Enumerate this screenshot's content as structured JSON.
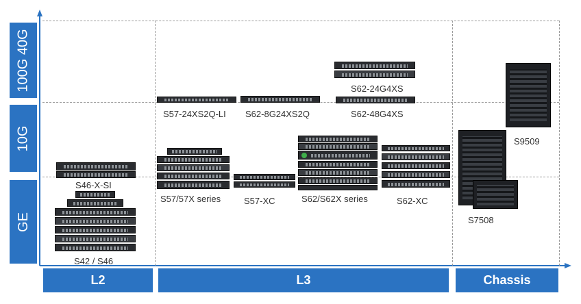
{
  "y_categories": [
    "GE",
    "10G",
    "100G 40G"
  ],
  "x_categories": [
    "L2",
    "L3",
    "Chassis"
  ],
  "products": {
    "s42_s46": "S42 / S46",
    "s46_x_si": "S46-X-SI",
    "s57_57x": "S57/57X series",
    "s57_xc": "S57-XC",
    "s62_s62x": "S62/S62X series",
    "s62_xc": "S62-XC",
    "s57_24xs2q_li": "S57-24XS2Q-LI",
    "s62_8g24xs2q": "S62-8G24XS2Q",
    "s62_48g4xs": "S62-48G4XS",
    "s62_24g4xs": "S62-24G4XS",
    "s7508": "S7508",
    "s9509": "S9509"
  },
  "colors": {
    "band": "#2b73c2",
    "axis": "#2b73c2",
    "grid": "#9a9a9a"
  }
}
